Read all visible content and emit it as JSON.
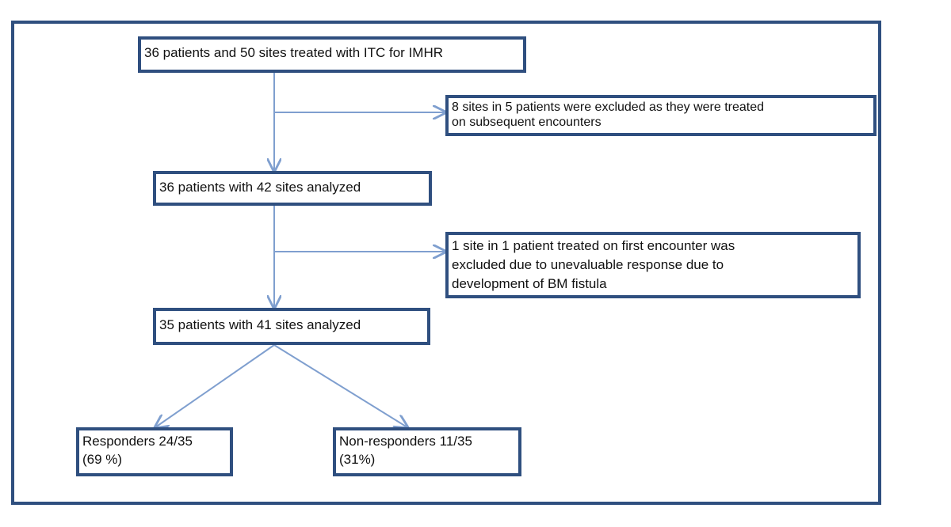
{
  "flowchart": {
    "nodes": {
      "start": "36 patients and 50 sites treated with ITC for IMHR",
      "excluded_1": "8 sites in 5 patients were excluded as they were treated\non subsequent encounters",
      "analyzed_1": "36 patients with 42 sites analyzed",
      "excluded_2": "1 site in 1 patient treated on first encounter was\nexcluded due to unevaluable response due to\ndevelopment of BM fistula",
      "analyzed_2": "35 patients with 41 sites analyzed",
      "responders": "Responders 24/35\n  (69 %)",
      "non_responders": "Non-responders 11/35\n   (31%)"
    },
    "colors": {
      "border": "#2f4f7f",
      "arrow": "#7f9fcf"
    }
  }
}
